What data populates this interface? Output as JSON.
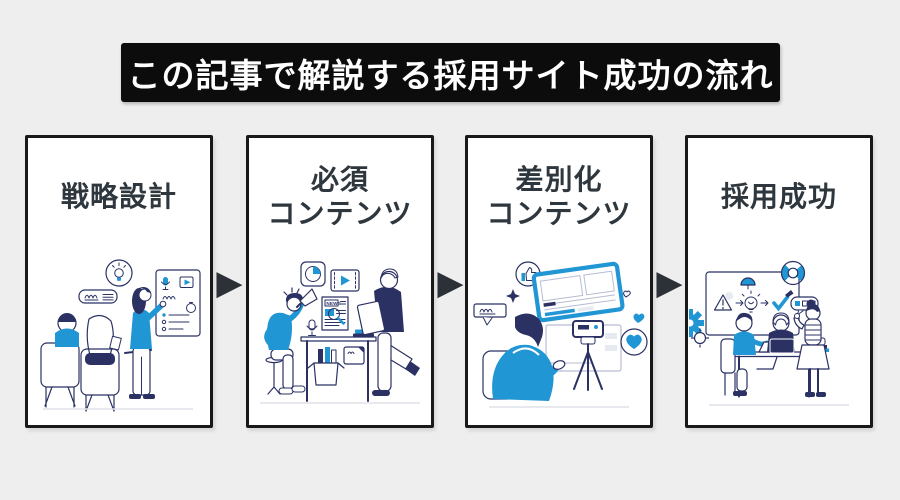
{
  "title": {
    "text": "この記事で解説する採用サイト成功の流れ"
  },
  "steps": [
    {
      "label": "戦略設計",
      "illustration": "strategy-presentation"
    },
    {
      "label": "必須\nコンテンツ",
      "illustration": "essential-contents"
    },
    {
      "label": "差別化\nコンテンツ",
      "illustration": "differentiation-contents"
    },
    {
      "label": "採用成功",
      "illustration": "hiring-success"
    }
  ],
  "arrows": {
    "glyph": "▶",
    "count": 3,
    "direction": "right"
  },
  "illustration_texts": {
    "news_label": "NEWS"
  },
  "colors": {
    "background": "#eeeeee",
    "banner_background": "#0c0c0c",
    "banner_text": "#ffffff",
    "card_background": "#ffffff",
    "card_border": "#191919",
    "label_text": "#2f373e",
    "accent_blue": "#2196d4",
    "outline_navy": "#2b3263",
    "arrow_color": "#2b3137"
  }
}
